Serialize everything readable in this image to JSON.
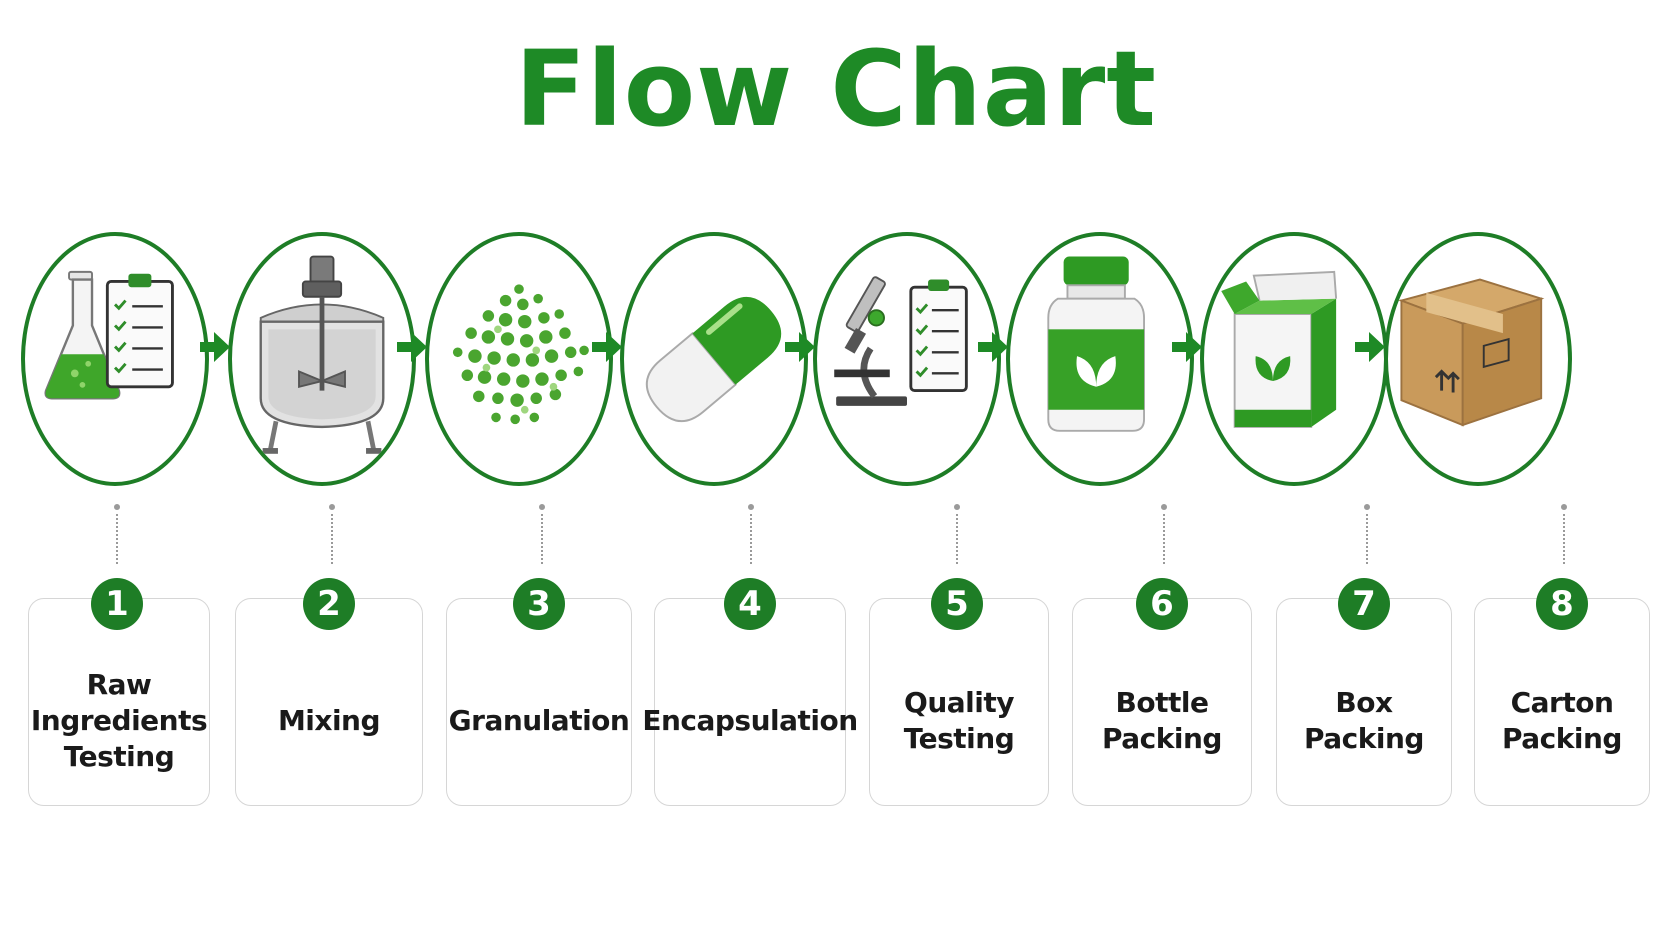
{
  "title": "Flow Chart",
  "colors": {
    "green": "#1e8a26",
    "circle_border": "#1e7d26",
    "badge": "#1e7d26",
    "card_border": "#d6d6d6"
  },
  "steps": [
    {
      "number": "1",
      "label": "Raw Ingredients Testing",
      "icon": "flask-clipboard-icon"
    },
    {
      "number": "2",
      "label": "Mixing",
      "icon": "mixing-tank-icon"
    },
    {
      "number": "3",
      "label": "Granulation",
      "icon": "granules-icon"
    },
    {
      "number": "4",
      "label": "Encapsulation",
      "icon": "capsule-icon"
    },
    {
      "number": "5",
      "label": "Quality Testing",
      "icon": "microscope-clipboard-icon"
    },
    {
      "number": "6",
      "label": "Bottle Packing",
      "icon": "bottle-icon"
    },
    {
      "number": "7",
      "label": "Box Packing",
      "icon": "box-icon"
    },
    {
      "number": "8",
      "label": "Carton Packing",
      "icon": "carton-icon"
    }
  ]
}
